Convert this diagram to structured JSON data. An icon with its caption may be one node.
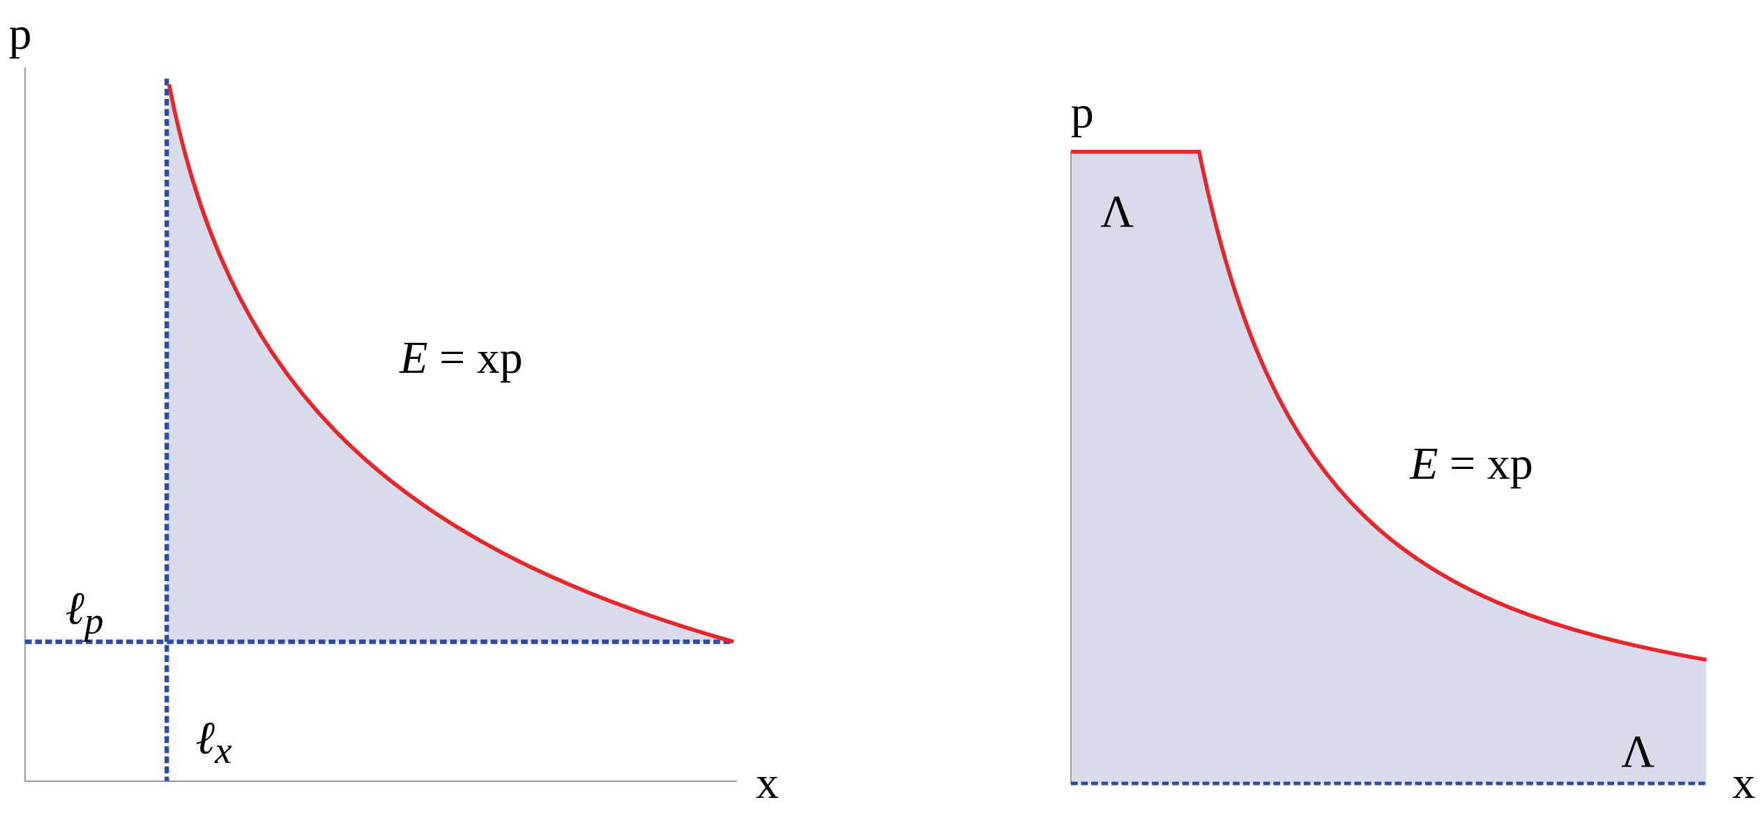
{
  "diagram": {
    "labels": [
      "p",
      "*E* =  xp",
      "ℓ$_{p}$",
      "ℓ$_{x}$",
      "x",
      "p",
      "Λ",
      "*E* =  xp",
      "Λ",
      "x"
    ]
  }
}
